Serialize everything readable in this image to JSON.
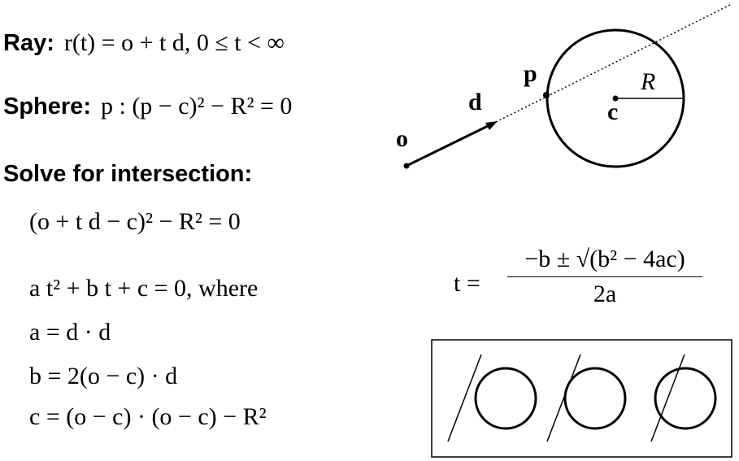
{
  "ray": {
    "label": "Ray:",
    "eq": "r(t) = o + t d,  0 ≤ t < ∞"
  },
  "sphere": {
    "label": "Sphere:",
    "eq": "p : (p − c)² − R² = 0"
  },
  "solve": {
    "heading": "Solve for intersection:",
    "eq1": "(o + t d − c)² − R² = 0",
    "eq2": "a t² + b t + c = 0,  where",
    "eq3": "a = d · d",
    "eq4": "b = 2(o − c) · d",
    "eq5": "c = (o − c) · (o − c) − R²"
  },
  "quadratic": {
    "lhs": "t =",
    "numerator": "−b ± √(b² − 4ac)",
    "denominator": "2a"
  },
  "diagram": {
    "origin": "o",
    "direction": "d",
    "point": "p",
    "center": "c",
    "radius": "R"
  }
}
